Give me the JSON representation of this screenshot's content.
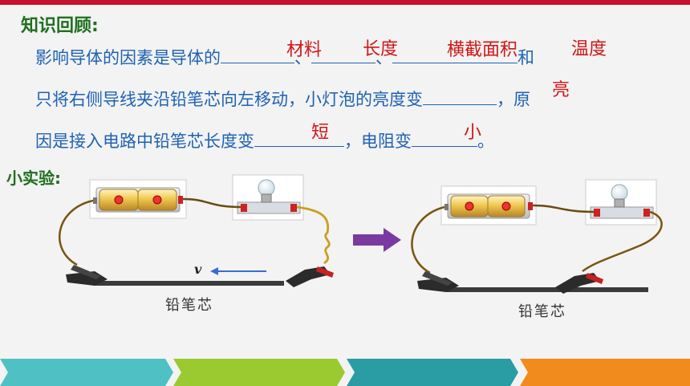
{
  "title": "知识回顾:",
  "q1": {
    "prefix": "影响导体的因素是导体的",
    "sep1": "、",
    "sep2": "、",
    "suffix": "和",
    "answers": [
      "材料",
      "长度",
      "横截面积",
      "温度"
    ]
  },
  "q2": {
    "line1_prefix": "只将右侧导线夹沿铅笔芯向左移动，小灯泡的亮度变",
    "line1_suffix": "，原",
    "answer_brightness": "亮",
    "line2_prefix": "因是接入电路中铅笔芯长度变",
    "line2_mid": "，电阻变",
    "line2_suffix": "。",
    "answer_length": "短",
    "answer_resistance": "小"
  },
  "experiment": {
    "heading": "小实验:",
    "pencil_label_left": "铅笔芯",
    "pencil_label_right": "铅笔芯",
    "velocity_label": "v"
  },
  "colors": {
    "accent_red": "#c8102e",
    "text_blue": "#1e62b3",
    "answer_red": "#d01515",
    "heading_green": "#1f6f1f",
    "arrow_purple": "#7b3aa0",
    "footer": [
      "#4fc1c4",
      "#9bc930",
      "#2a9ca3",
      "#f28b1e"
    ]
  }
}
